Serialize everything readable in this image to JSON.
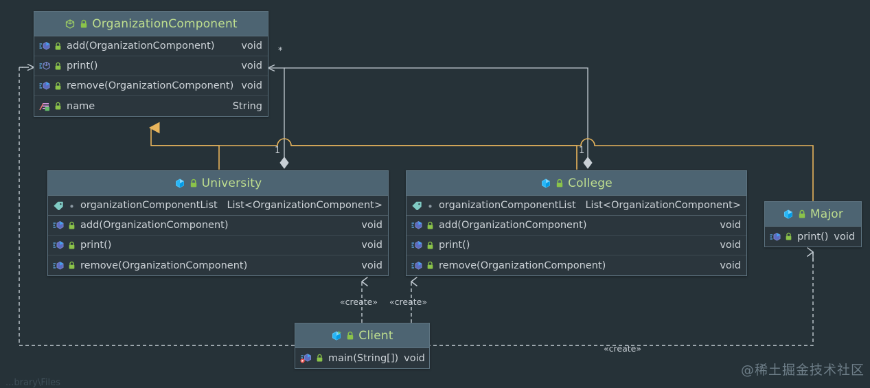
{
  "diagram": {
    "kind": "uml-class-diagram",
    "background": "#263238",
    "header_fill": "#4d6472",
    "body_fill": "#2b363d",
    "border": "#5e7481",
    "title_color": "#bede8e",
    "inheritance_color": "#e8b55c",
    "dependency_color": "#c3ccd3",
    "watermark": "@稀土掘金技术社区",
    "bottom_cut_text": "...brary\\Files"
  },
  "classes": {
    "organization_component": {
      "name": "OrganizationComponent",
      "icon": "abstract-class-icon",
      "visibility_icon": "lock-icon",
      "members": [
        {
          "icon": "method-icon",
          "vis": "lock-icon",
          "name": "add(OrganizationComponent)",
          "type": "void"
        },
        {
          "icon": "abstract-method-icon",
          "vis": "lock-icon",
          "name": "print()",
          "type": "void"
        },
        {
          "icon": "method-icon",
          "vis": "lock-icon",
          "name": "remove(OrganizationComponent)",
          "type": "void"
        },
        {
          "icon": "field-icon",
          "vis": "lock-icon",
          "name": "name",
          "type": "String"
        }
      ]
    },
    "university": {
      "name": "University",
      "icon": "class-icon",
      "visibility_icon": "lock-icon",
      "members": [
        {
          "icon": "property-icon",
          "vis": "package-dot-icon",
          "name": "organizationComponentList",
          "type": "List<OrganizationComponent>"
        },
        {
          "icon": "method-icon",
          "vis": "lock-icon",
          "name": "add(OrganizationComponent)",
          "type": "void"
        },
        {
          "icon": "method-icon",
          "vis": "lock-icon",
          "name": "print()",
          "type": "void"
        },
        {
          "icon": "method-icon",
          "vis": "lock-icon",
          "name": "remove(OrganizationComponent)",
          "type": "void"
        }
      ]
    },
    "college": {
      "name": "College",
      "icon": "class-icon",
      "visibility_icon": "lock-icon",
      "members": [
        {
          "icon": "property-icon",
          "vis": "package-dot-icon",
          "name": "organizationComponentList",
          "type": "List<OrganizationComponent>"
        },
        {
          "icon": "method-icon",
          "vis": "lock-icon",
          "name": "add(OrganizationComponent)",
          "type": "void"
        },
        {
          "icon": "method-icon",
          "vis": "lock-icon",
          "name": "print()",
          "type": "void"
        },
        {
          "icon": "method-icon",
          "vis": "lock-icon",
          "name": "remove(OrganizationComponent)",
          "type": "void"
        }
      ]
    },
    "major": {
      "name": "Major",
      "icon": "class-icon",
      "visibility_icon": "lock-icon",
      "members": [
        {
          "icon": "method-icon",
          "vis": "lock-icon",
          "name": "print()",
          "type": "void"
        }
      ]
    },
    "client": {
      "name": "Client",
      "icon": "runnable-class-icon",
      "visibility_icon": "lock-icon",
      "members": [
        {
          "icon": "main-method-icon",
          "vis": "lock-icon",
          "name": "main(String[])",
          "type": "void"
        }
      ]
    }
  },
  "edges": [
    {
      "id": "university-extends",
      "type": "generalization",
      "from": "University",
      "to": "OrganizationComponent",
      "label": ""
    },
    {
      "id": "college-extends",
      "type": "generalization",
      "from": "College",
      "to": "OrganizationComponent",
      "label": ""
    },
    {
      "id": "major-extends",
      "type": "generalization",
      "from": "Major",
      "to": "OrganizationComponent",
      "label": ""
    },
    {
      "id": "university-aggregates",
      "type": "aggregation",
      "from": "University",
      "to": "OrganizationComponent",
      "source_mult": "1",
      "target_mult": "*"
    },
    {
      "id": "college-aggregates",
      "type": "aggregation",
      "from": "College",
      "to": "OrganizationComponent",
      "source_mult": "1",
      "target_mult": "*"
    },
    {
      "id": "client-creates-university",
      "type": "dependency",
      "from": "Client",
      "to": "University",
      "label": "«create»"
    },
    {
      "id": "client-creates-college",
      "type": "dependency",
      "from": "Client",
      "to": "College",
      "label": "«create»"
    },
    {
      "id": "client-creates-major",
      "type": "dependency",
      "from": "Client",
      "to": "Major",
      "label": "«create»"
    }
  ],
  "labels": {
    "star": "*",
    "one_left": "1",
    "one_right": "1",
    "create_university": "«create»",
    "create_college": "«create»",
    "create_major": "«create»"
  }
}
